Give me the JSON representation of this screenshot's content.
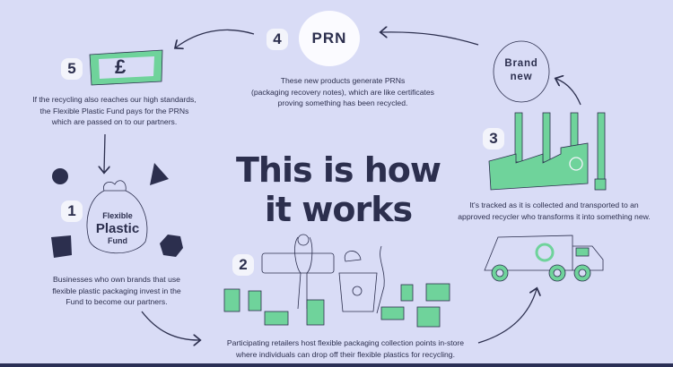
{
  "title": "This is how it works",
  "steps": [
    {
      "number": "1",
      "label": "Flexible Plastic Fund",
      "label_lines": [
        "Flexible",
        "Plastic",
        "Fund"
      ],
      "caption_lines": [
        "Businesses who own brands that use",
        "flexible plastic packaging invest in the",
        "Fund to become our partners."
      ]
    },
    {
      "number": "2",
      "caption_lines": [
        "Participating retailers host flexible packaging collection points in-store",
        "where individuals can drop off their flexible plastics for recycling."
      ]
    },
    {
      "number": "3",
      "label_lines": [
        "Brand",
        "new"
      ],
      "caption_lines": [
        "It's tracked as it is collected and transported to an",
        "approved recycler who transforms it into something new."
      ]
    },
    {
      "number": "4",
      "label": "PRN",
      "caption_lines": [
        "These new products generate PRNs",
        "(packaging recovery notes), which are like certificates",
        "proving something has been recycled."
      ]
    },
    {
      "number": "5",
      "label": "£",
      "caption_lines": [
        "If the recycling also reaches our high standards,",
        "the Flexible Plastic Fund pays for the PRNs",
        "which are passed on to our partners."
      ]
    }
  ],
  "colors": {
    "background": "#d9dcf6",
    "navy": "#2c2f4e",
    "green": "#6fd39b"
  }
}
